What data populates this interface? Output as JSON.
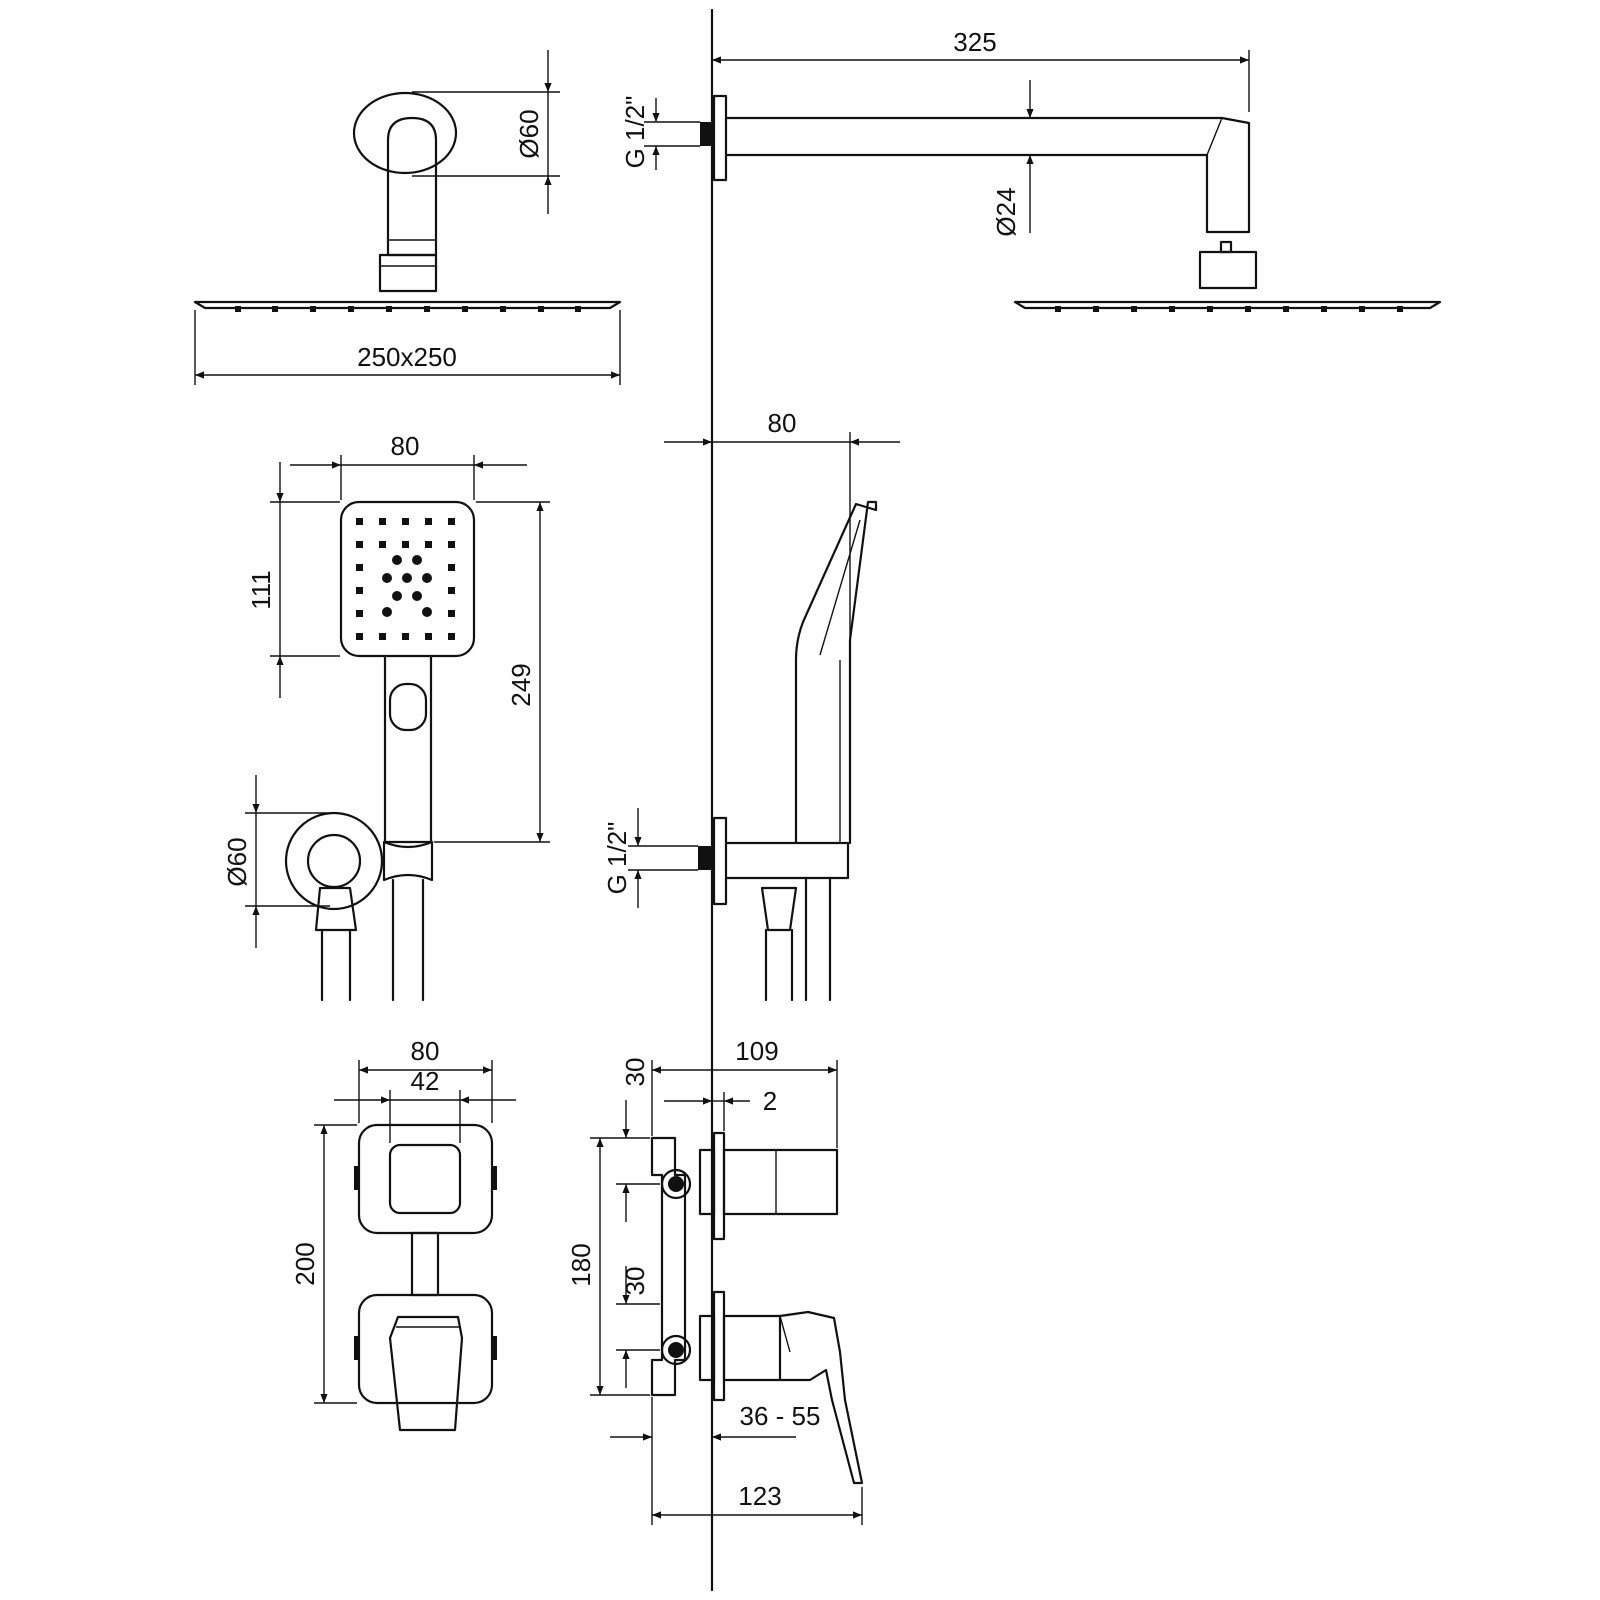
{
  "drawing": {
    "line_color": "#111111",
    "background": "#ffffff",
    "rain_shower_front": {
      "arm_diameter": "Ø60",
      "head_size": "250x250"
    },
    "rain_shower_side": {
      "arm_length": "325",
      "thread": "G 1/2\"",
      "arm_diameter": "Ø24"
    },
    "hand_shower_front": {
      "width": "80",
      "head_height": "111",
      "total_height": "249",
      "holder_diameter": "Ø60"
    },
    "hand_shower_side": {
      "depth": "80",
      "thread": "G 1/2\""
    },
    "mixer_front": {
      "width": "80",
      "inner_width": "42",
      "height": "200"
    },
    "mixer_side": {
      "depth": "109",
      "offset": "2",
      "top_spacing": "30",
      "bottom_spacing": "30",
      "height": "180",
      "wall_depth": "36 - 55",
      "lever_depth": "123"
    }
  }
}
